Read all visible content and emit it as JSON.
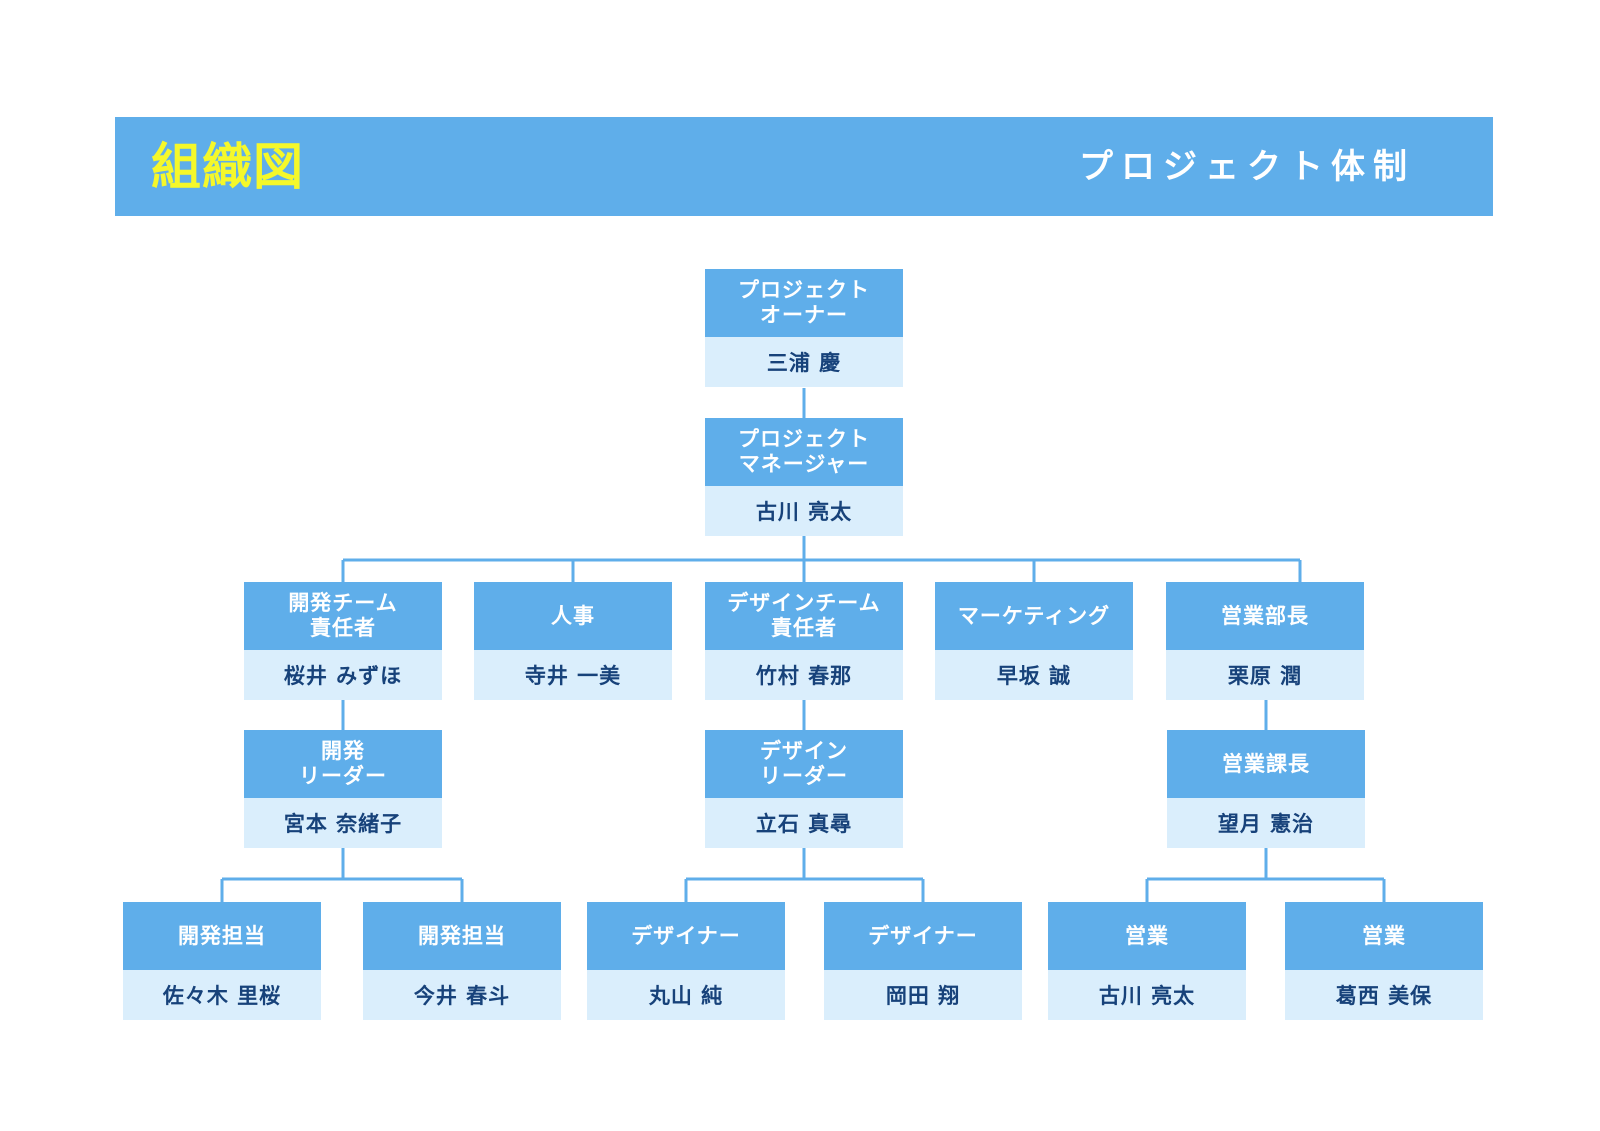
{
  "header": {
    "title": "組織図",
    "subtitle": "プロジェクト体制"
  },
  "colors": {
    "header_bg": "#5faeea",
    "title_color": "#f5f82a",
    "role_bg": "#5faeea",
    "name_bg": "#daeefc",
    "name_text": "#17427a",
    "connector": "#5faeea"
  },
  "nodes": [
    {
      "role": "プロジェクト\nオーナー",
      "name": "三浦 慶"
    },
    {
      "role": "プロジェクト\nマネージャー",
      "name": "古川 亮太"
    },
    {
      "role": "開発チーム\n責任者",
      "name": "桜井 みずほ"
    },
    {
      "role": "人事",
      "name": "寺井 一美"
    },
    {
      "role": "デザインチーム\n責任者",
      "name": "竹村 春那"
    },
    {
      "role": "マーケティング",
      "name": "早坂 誠"
    },
    {
      "role": "営業部長",
      "name": "栗原 潤"
    },
    {
      "role": "開発\nリーダー",
      "name": "宮本 奈緒子"
    },
    {
      "role": "デザイン\nリーダー",
      "name": "立石 真尋"
    },
    {
      "role": "営業課長",
      "name": "望月 憲治"
    },
    {
      "role": "開発担当",
      "name": "佐々木 里桜"
    },
    {
      "role": "開発担当",
      "name": "今井 春斗"
    },
    {
      "role": "デザイナー",
      "name": "丸山 純"
    },
    {
      "role": "デザイナー",
      "name": "岡田 翔"
    },
    {
      "role": "営業",
      "name": "古川 亮太"
    },
    {
      "role": "営業",
      "name": "葛西 美保"
    }
  ]
}
